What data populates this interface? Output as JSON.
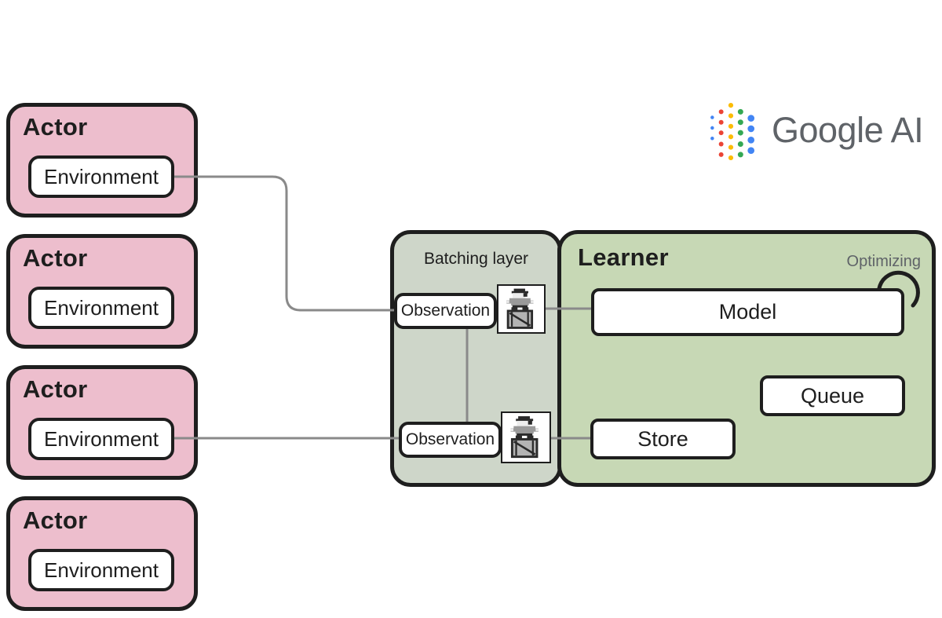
{
  "colors": {
    "actor_fill": "#edbecd",
    "batching_fill": "#ced6c9",
    "learner_fill": "#c7d8b5",
    "border_ink": "#1e1e1e",
    "connector_gray": "#8a8a8a",
    "muted_text": "#5f6368",
    "dark_text": "#1e1e1e",
    "google_blue": "#4285f4",
    "google_red": "#ea4335",
    "google_yellow": "#fbbc04",
    "google_green": "#34a853"
  },
  "logo": {
    "text": "Google AI"
  },
  "actors": [
    {
      "title": "Actor",
      "environment_label": "Environment"
    },
    {
      "title": "Actor",
      "environment_label": "Environment"
    },
    {
      "title": "Actor",
      "environment_label": "Environment"
    },
    {
      "title": "Actor",
      "environment_label": "Environment"
    }
  ],
  "batching_layer": {
    "title": "Batching layer",
    "observation_1_label": "Observation",
    "observation_2_label": "Observation"
  },
  "learner": {
    "title": "Learner",
    "status_label": "Optimizing",
    "model_label": "Model",
    "queue_label": "Queue",
    "store_label": "Store"
  }
}
